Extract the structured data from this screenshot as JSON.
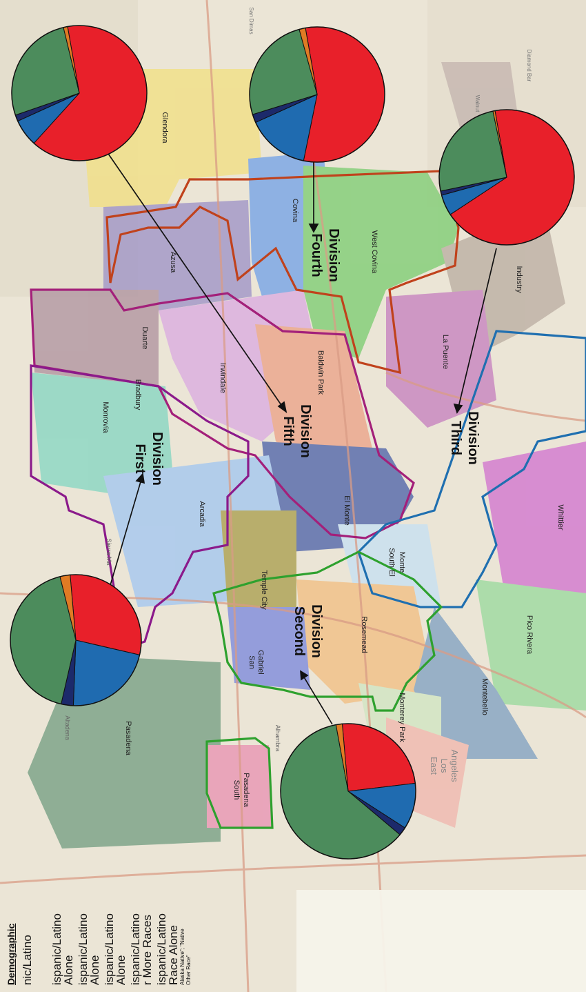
{
  "divisions": {
    "first": {
      "line1": "First",
      "line2": "Division"
    },
    "second": {
      "line1": "Second",
      "line2": "Division"
    },
    "third": {
      "line1": "Third",
      "line2": "Division"
    },
    "fourth": {
      "line1": "Fourth",
      "line2": "Division"
    },
    "fifth": {
      "line1": "Fifth",
      "line2": "Division"
    }
  },
  "cities": {
    "glendora": "Glendora",
    "azusa": "Azusa",
    "covina": "Covina",
    "west_covina": "West Covina",
    "industry": "Industry",
    "la_puente": "La Puente",
    "irwindale": "Irwindale",
    "duarte": "Duarte",
    "bradbury": "Bradbury",
    "monrovia": "Monrovia",
    "baldwin_park": "Baldwin Park",
    "el_monte": "El Monte",
    "arcadia": "Arcadia",
    "temple_city": "Temple City",
    "south_el_monte_1": "South El",
    "south_el_monte_2": "Monte",
    "whittier": "Whittier",
    "rosemead": "Rosemead",
    "san_gabriel_1": "San",
    "san_gabriel_2": "Gabriel",
    "pico_rivera": "Pico Rivera",
    "montebello": "Montebello",
    "monterey_park": "Monterey Park",
    "pasadena": "Pasadena",
    "south_pasadena_1": "South",
    "south_pasadena_2": "Pasadena",
    "alhambra": "Alhambra",
    "altadena": "Altadena",
    "east_la_1": "East",
    "east_la_2": "Los",
    "east_la_3": "Angeles",
    "sierra_madre": "Sierra Ma",
    "san_dimas": "San Dimas",
    "diamond_bar": "Diamond Bar",
    "walnut": "Walnut"
  },
  "legend": {
    "title": "Demographic",
    "lines": [
      "nic/Latino",
      "ispanic/Latino",
      "Alone",
      "ispanic/Latino",
      "Alone",
      "ispanic/Latino",
      "Alone",
      "ispanic/Latino",
      "r More Races",
      "ispanic/Latino",
      "Race Alone"
    ],
    "footnote_1": "Alaska Native\"; \"Native",
    "footnote_2": "Other Race\""
  },
  "colors": {
    "hispanic": "#e8202a",
    "green": "#4c8c5c",
    "blue": "#1f6bb0",
    "navy": "#1c2a6b",
    "orange": "#e07b24",
    "division_first": "#8b1a8b",
    "division_second": "#2ea12e",
    "division_third": "#1f6fb0",
    "division_fourth": "#c0421c",
    "division_fifth": "#a3207a"
  },
  "pies": [
    {
      "division": "fifth",
      "slices": [
        {
          "key": "hispanic",
          "value": 0.645
        },
        {
          "key": "blue",
          "value": 0.065
        },
        {
          "key": "navy",
          "value": 0.015
        },
        {
          "key": "green",
          "value": 0.265
        },
        {
          "key": "orange",
          "value": 0.01
        }
      ]
    },
    {
      "division": "fourth",
      "slices": [
        {
          "key": "hispanic",
          "value": 0.56
        },
        {
          "key": "blue",
          "value": 0.15
        },
        {
          "key": "navy",
          "value": 0.02
        },
        {
          "key": "green",
          "value": 0.255
        },
        {
          "key": "orange",
          "value": 0.015
        }
      ]
    },
    {
      "division": "third",
      "slices": [
        {
          "key": "hispanic",
          "value": 0.685
        },
        {
          "key": "blue",
          "value": 0.05
        },
        {
          "key": "navy",
          "value": 0.01
        },
        {
          "key": "green",
          "value": 0.25
        },
        {
          "key": "orange",
          "value": 0.005
        }
      ]
    },
    {
      "division": "first",
      "slices": [
        {
          "key": "hispanic",
          "value": 0.3
        },
        {
          "key": "blue",
          "value": 0.22
        },
        {
          "key": "navy",
          "value": 0.03
        },
        {
          "key": "green",
          "value": 0.425
        },
        {
          "key": "orange",
          "value": 0.025
        }
      ]
    },
    {
      "division": "second",
      "slices": [
        {
          "key": "hispanic",
          "value": 0.245
        },
        {
          "key": "blue",
          "value": 0.11
        },
        {
          "key": "navy",
          "value": 0.02
        },
        {
          "key": "green",
          "value": 0.61
        },
        {
          "key": "orange",
          "value": 0.015
        }
      ]
    }
  ]
}
